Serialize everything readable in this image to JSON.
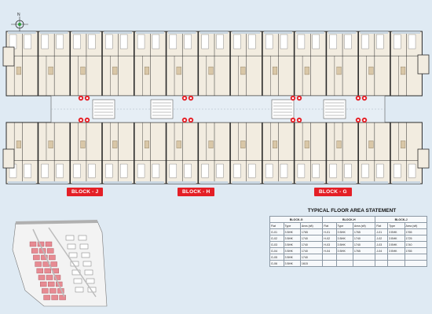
{
  "compass_label": "N",
  "blocks": [
    {
      "label": "BLOCK - J"
    },
    {
      "label": "BLOCK - H"
    },
    {
      "label": "BLOCK - G"
    }
  ],
  "statement": {
    "title": "TYPICAL FLOOR AREA STATEMENT",
    "blocks": [
      "BLOCK-G",
      "BLOCK-H",
      "BLOCK-J"
    ],
    "subheaders": [
      "Flat",
      "Type",
      "Area (sft)",
      "Flat",
      "Type",
      "Area (sft)",
      "Flat",
      "Type",
      "Area (sft)"
    ],
    "rows": [
      [
        "G-01",
        "3 BHK",
        "1765",
        "H-01",
        "3 BHK",
        "1765",
        "J-01",
        "3 BHK",
        "1765"
      ],
      [
        "G-02",
        "3 BHK",
        "1740",
        "H-02",
        "3 BHK",
        "1740",
        "J-02",
        "3 BHK",
        "1725"
      ],
      [
        "G-03",
        "3 BHK",
        "1740",
        "H-03",
        "3 BHK",
        "1740",
        "J-03",
        "3 BHK",
        "1740"
      ],
      [
        "G-04",
        "3 BHK",
        "1740",
        "H-04",
        "3 BHK",
        "1765",
        "J-04",
        "3 BHK",
        "1765"
      ],
      [
        "G-05",
        "3 BHK",
        "1740",
        "",
        "",
        "",
        "",
        "",
        ""
      ],
      [
        "G-06",
        "3 BHK",
        "1615",
        "",
        "",
        "",
        "",
        "",
        ""
      ]
    ]
  },
  "colors": {
    "background": "#dfeaf3",
    "wall": "#2a2a2a",
    "floor": "#f2ece0",
    "highlight": "#e41f26",
    "keyplan_block": "#e78b93"
  }
}
